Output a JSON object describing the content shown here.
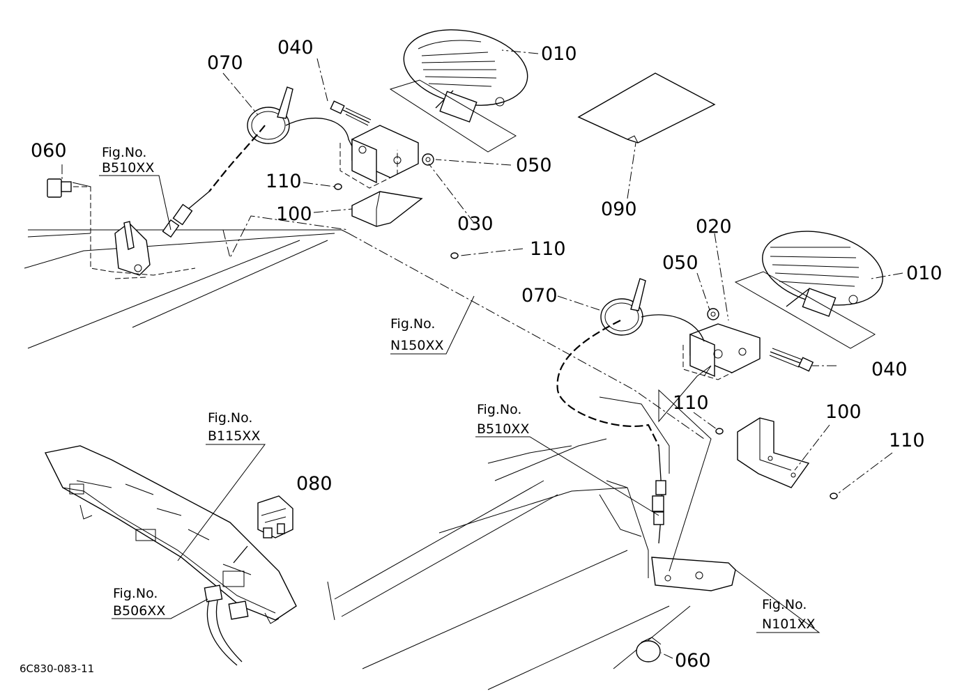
{
  "parts": {
    "p010a": "010",
    "p010b": "010",
    "p020": "020",
    "p030": "030",
    "p040a": "040",
    "p040b": "040",
    "p050a": "050",
    "p050b": "050",
    "p060a": "060",
    "p060b": "060",
    "p070a": "070",
    "p070b": "070",
    "p080": "080",
    "p090": "090",
    "p100a": "100",
    "p100b": "100",
    "p110a": "110",
    "p110b": "110",
    "p110c": "110",
    "p110d": "110"
  },
  "figrefs": {
    "fig_label": "Fig.No.",
    "b510_top": "B510XX",
    "n150": "N150XX",
    "b115": "B115XX",
    "b510_mid": "B510XX",
    "b506": "B506XX",
    "n101": "N101XX"
  },
  "footer": {
    "code": "6C830-083-11"
  }
}
